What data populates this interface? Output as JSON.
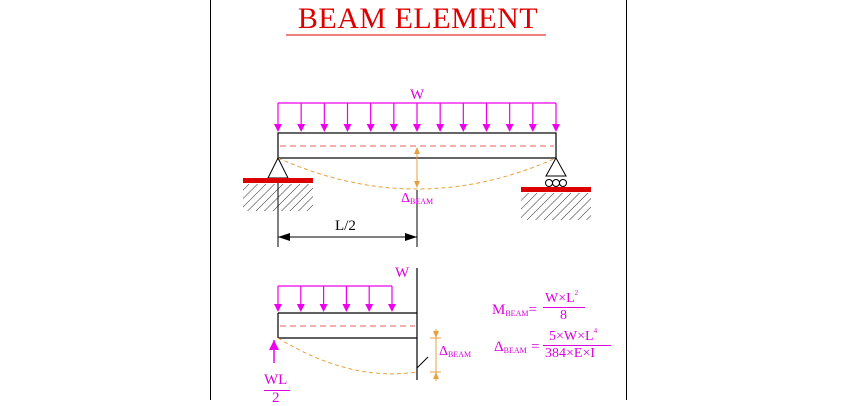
{
  "title": "BEAM ELEMENT",
  "colors": {
    "title": "#dd0000",
    "load": "#ee00ee",
    "labels": "#dd00dd",
    "deflection": "#e8a040",
    "centerline": "#e06060",
    "support_pad": "#dd0000",
    "dimension": "#000000"
  },
  "top_diagram": {
    "load_label": "W",
    "deflection_label": "Δ",
    "deflection_sub": "BEAM",
    "dimension_label": "L/2"
  },
  "bottom_diagram": {
    "load_label": "W",
    "deflection_label": "Δ",
    "deflection_sub": "BEAM",
    "reaction_numerator": "WL",
    "reaction_denominator": "2"
  },
  "formulas": {
    "moment": {
      "lhs": "M",
      "lhs_sub": "BEAM",
      "eq": "=",
      "numerator": "W×L",
      "numerator_sup": "2",
      "denominator": "8"
    },
    "deflection": {
      "lhs": "Δ",
      "lhs_sub": "BEAM",
      "eq": "=",
      "numerator": "5×W×L",
      "numerator_sup": "4",
      "denominator": "384×E×I"
    }
  }
}
